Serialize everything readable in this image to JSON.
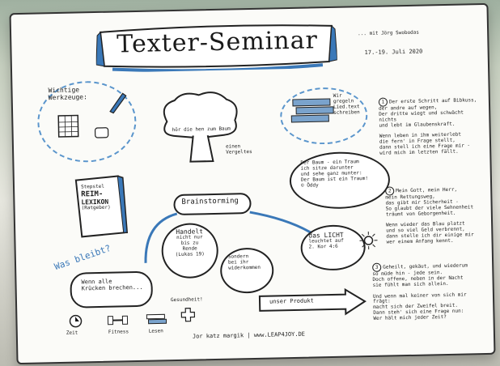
{
  "title": "Texter-Seminar",
  "author_line": "... mit Jörg Swobodas",
  "date": "17.-19. Juli 2020",
  "tools_label": [
    "Wichtige",
    "Werkzeuge:"
  ],
  "tree_text": [
    "hör die",
    "hen zum",
    "Baum"
  ],
  "tree_caption": [
    "einen",
    "Vergeltes"
  ],
  "regeln": [
    "Wir",
    "gregeln",
    "Lied.text",
    "schreiben"
  ],
  "dream": [
    "Der Baum - ein Traum",
    "ich sitze darunter",
    "und sehe ganz munter:",
    "Der Baum ist ein Traum!",
    "© Öddy"
  ],
  "book": [
    "Stepstel",
    "REIM-",
    "LEXIKON",
    "(Ratgeber)"
  ],
  "brainstorming": "Brainstorming",
  "handelt": [
    "Handelt",
    "nicht nur",
    "bis zu",
    "Rende",
    "(Lukas 19)"
  ],
  "sondern": [
    "Sondern",
    "bei ihr",
    "widerkommen"
  ],
  "licht": [
    "das LICHT",
    "leuchtet auf",
    "2. Kor 4:6"
  ],
  "was_bleibt": "Was bleibt?",
  "kruecken": [
    "Wenn alle",
    "Krücken brechen..."
  ],
  "gesundheit": "Gesundheit!",
  "icons_labels": [
    "Zeit",
    "Fitness",
    "Lesen"
  ],
  "produkt": "unser Produkt",
  "footer": "Jor katz margik | www.LEAP4JOY.DE",
  "notes": {
    "n1": [
      "Der erste Schritt auf Bibkuss,",
      "der andre auf wegen,",
      "Der dritte wiegt und schwächt",
      "nichts",
      "und lebt im Glaubenskraft.",
      "",
      "Wenn leben in ihm weiterlebt",
      "die fern' in Frage stellt,",
      "dann stell ich eine Frage mir -",
      "wird mich im letzten fällt."
    ],
    "n2": [
      "Mein Gott, mein Herr,",
      "mein Rettungsweg,",
      "das gibt mir Sicherheit -",
      "So glaubt der viele Sehnenheit",
      "träumt von Geborgenheit.",
      "",
      "Wenn wieder das Blau platzt",
      "und so viel Geld verbrennt,",
      "dann stelle ich dir einige mir",
      "wer einem Anfang kennt."
    ],
    "n3": [
      "Geheilt, gekäut, und wiederum",
      "so müde hin - jede sein.",
      "Doch offene, neben in der Nacht",
      "sie fühlt man sich allein.",
      "",
      "Und wenn mal keiner von sich mir",
      "frägt:",
      "macht sich der Zweifel breit.",
      "Dann steh' sich eine Frage nun:",
      "Wer hält mich jeder Zeit?"
    ]
  },
  "colors": {
    "accent": "#3a78b8",
    "ink": "#1d1d1d",
    "paper": "#fbfbf8"
  }
}
